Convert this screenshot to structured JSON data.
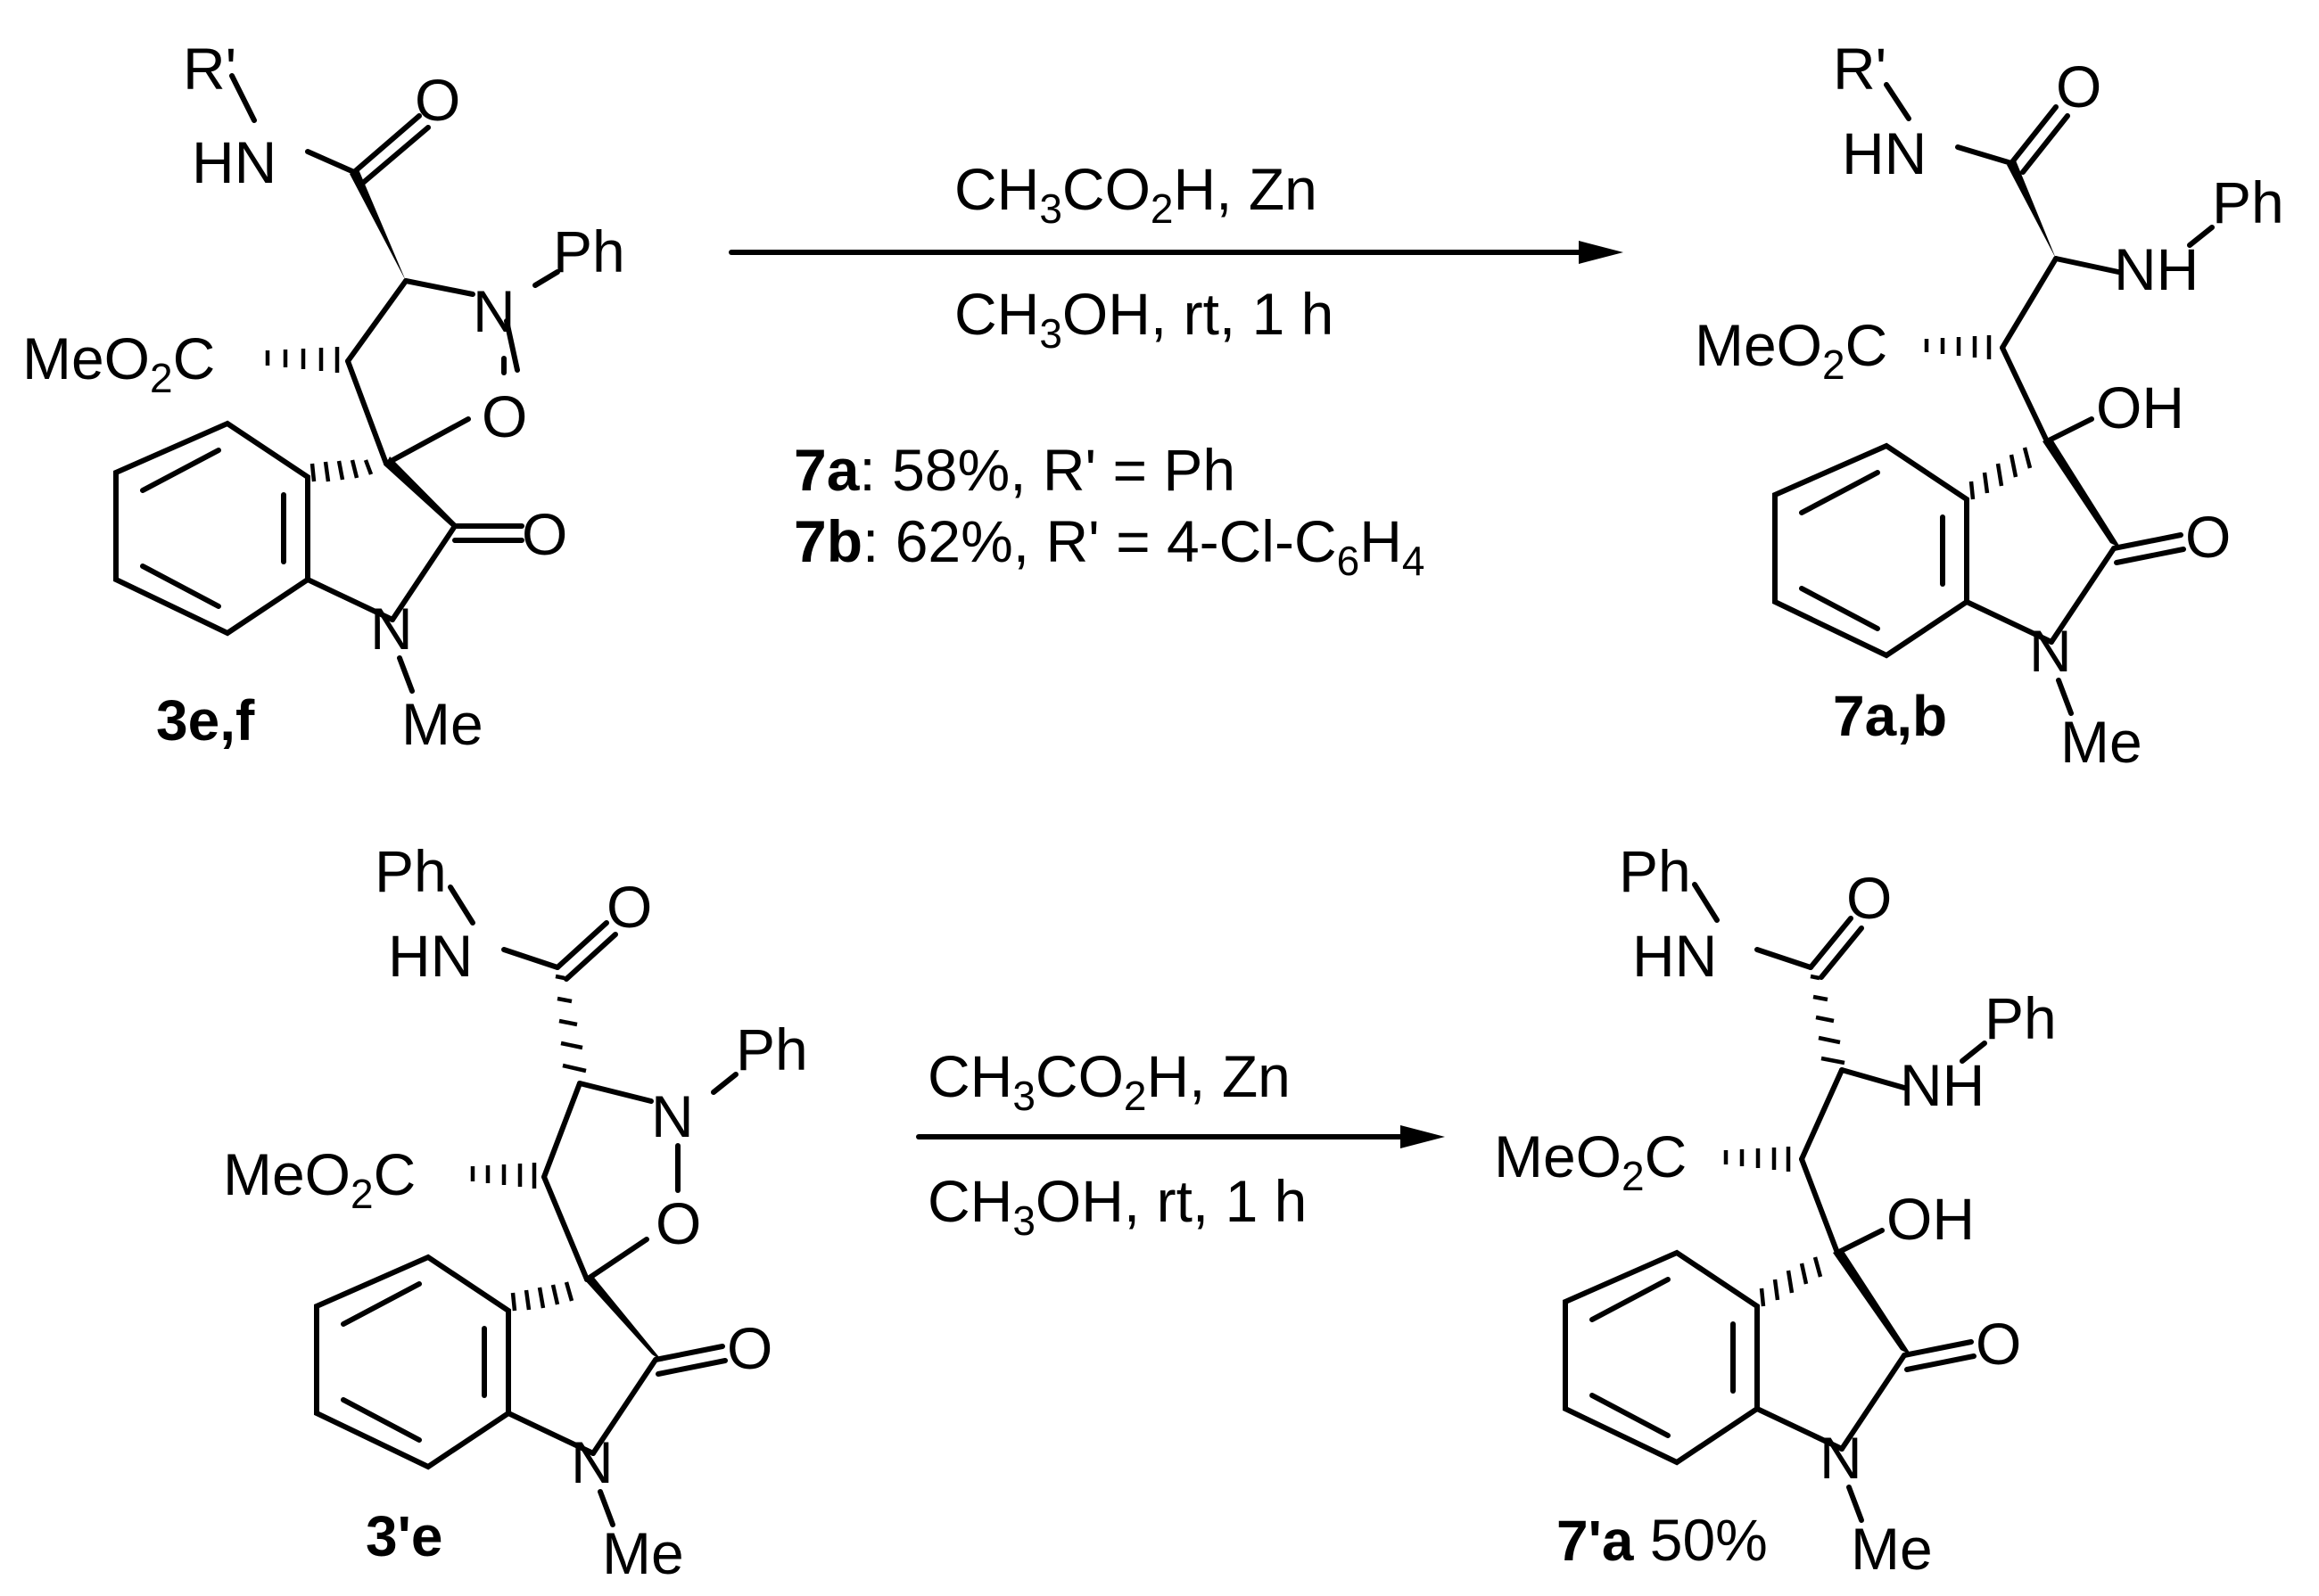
{
  "scheme": {
    "reaction_top": {
      "reagents_line1": {
        "a": "CH",
        "b": "3",
        "c": "CO",
        "d": "2",
        "e": "H, Zn"
      },
      "reagents_line2": {
        "a": "CH",
        "b": "3",
        "c": "OH, rt, 1 h"
      },
      "yield_7a": {
        "id": "7a",
        "text": ": 58%, R' = Ph"
      },
      "yield_7b": {
        "id": "7b",
        "text": ": 62%, R' = 4-Cl-C",
        "sub1": "6",
        "mid": "H",
        "sub2": "4"
      }
    },
    "reaction_bottom": {
      "reagents_line1": {
        "a": "CH",
        "b": "3",
        "c": "CO",
        "d": "2",
        "e": "H, Zn"
      },
      "reagents_line2": {
        "a": "CH",
        "b": "3",
        "c": "OH, rt, 1 h"
      }
    },
    "labels": {
      "compound_3ef": "3e,f",
      "compound_7ab": "7a,b",
      "compound_3pe": "3'e",
      "compound_7pa": "7'a",
      "yield_7pa": " 50%"
    },
    "atoms": {
      "R_prime": "R'",
      "HN": "HN",
      "O": "O",
      "N": "N",
      "NH": "NH",
      "OH": "OH",
      "Ph": "Ph",
      "Me": "Me",
      "MeO": "MeO",
      "sub2": "2",
      "C": "C"
    }
  }
}
